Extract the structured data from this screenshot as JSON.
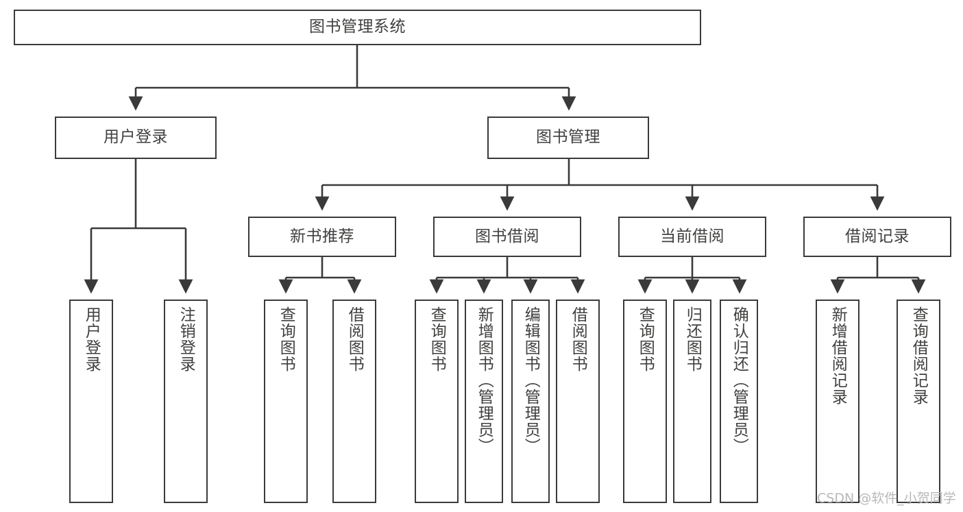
{
  "diagram": {
    "title": "图书管理系统",
    "type": "hierarchy-tree",
    "root": {
      "id": "root",
      "label": "图书管理系统"
    },
    "level2": [
      {
        "id": "user-login",
        "label": "用户登录"
      },
      {
        "id": "book-manage",
        "label": "图书管理"
      }
    ],
    "level3": [
      {
        "id": "new-book-recommend",
        "label": "新书推荐",
        "parent": "book-manage"
      },
      {
        "id": "book-borrow",
        "label": "图书借阅",
        "parent": "book-manage"
      },
      {
        "id": "current-borrow",
        "label": "当前借阅",
        "parent": "book-manage"
      },
      {
        "id": "borrow-record",
        "label": "借阅记录",
        "parent": "book-manage"
      }
    ],
    "leaves": [
      {
        "id": "leaf-user-login",
        "label": "用户登录",
        "parent": "user-login"
      },
      {
        "id": "leaf-logout-login",
        "label": "注销登录",
        "parent": "user-login"
      },
      {
        "id": "leaf-query-book-1",
        "label": "查询图书",
        "parent": "new-book-recommend"
      },
      {
        "id": "leaf-borrow-book-1",
        "label": "借阅图书",
        "parent": "new-book-recommend"
      },
      {
        "id": "leaf-query-book-2",
        "label": "查询图书",
        "parent": "book-borrow"
      },
      {
        "id": "leaf-add-book",
        "label": "新增图书（管理员）",
        "parent": "book-borrow"
      },
      {
        "id": "leaf-edit-book",
        "label": "编辑图书（管理员）",
        "parent": "book-borrow"
      },
      {
        "id": "leaf-borrow-book-2",
        "label": "借阅图书",
        "parent": "book-borrow"
      },
      {
        "id": "leaf-query-book-3",
        "label": "查询图书",
        "parent": "current-borrow"
      },
      {
        "id": "leaf-return-book",
        "label": "归还图书",
        "parent": "current-borrow"
      },
      {
        "id": "leaf-confirm-return",
        "label": "确认归还（管理员）",
        "parent": "current-borrow"
      },
      {
        "id": "leaf-add-record",
        "label": "新增借阅记录",
        "parent": "borrow-record"
      },
      {
        "id": "leaf-query-record",
        "label": "查询借阅记录",
        "parent": "borrow-record"
      }
    ],
    "watermark": "CSDN @软件_小贺同学",
    "colors": {
      "stroke": "#3a3a3a",
      "text": "#40403f",
      "background": "#ffffff",
      "watermark": "#b8b8b8"
    }
  }
}
